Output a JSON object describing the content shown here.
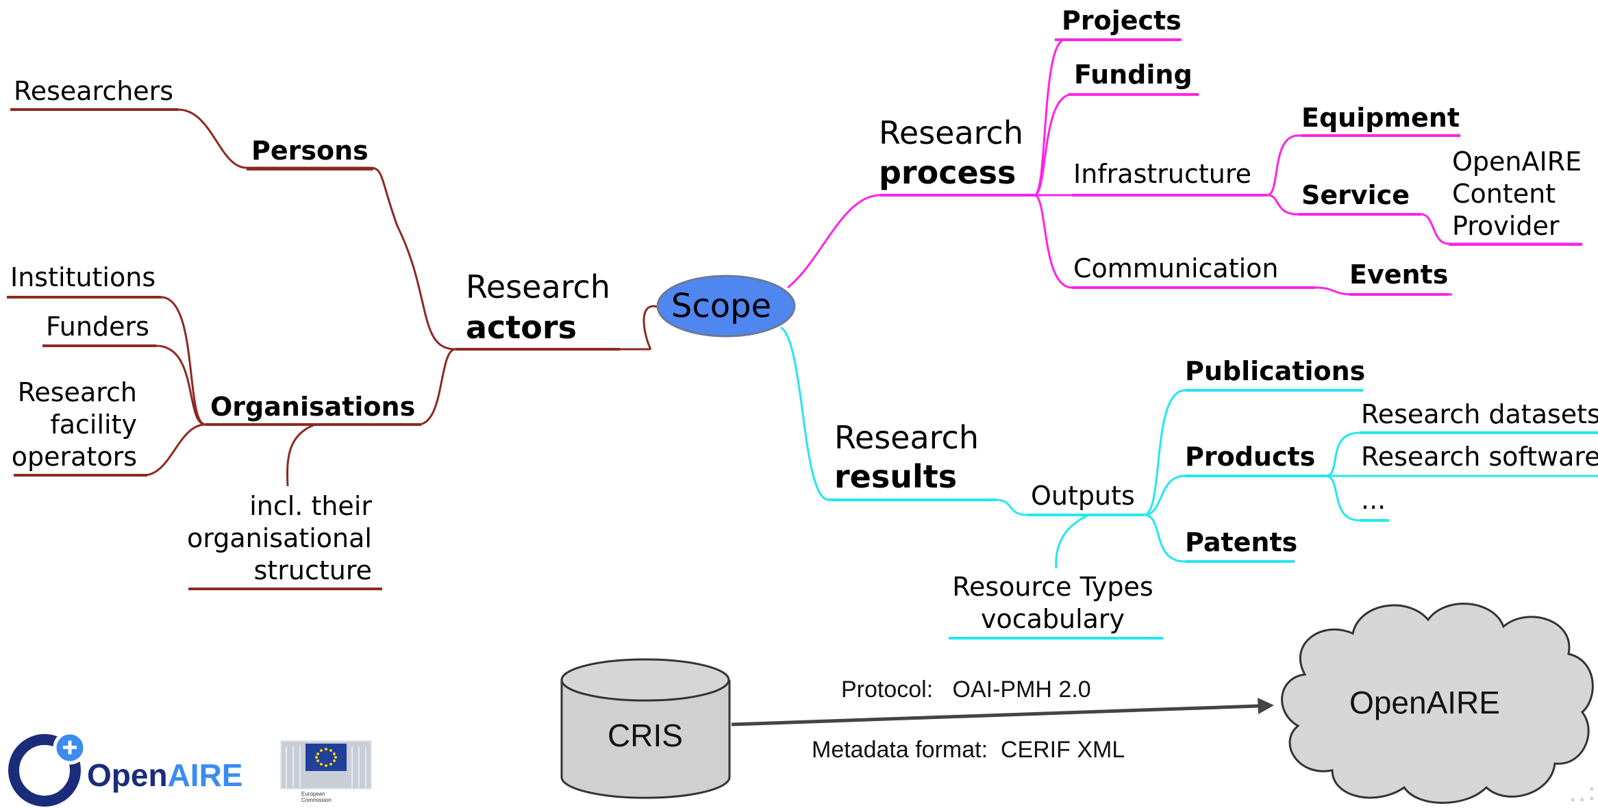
{
  "center": {
    "label": "Scope"
  },
  "actors": {
    "title_line1": "Research",
    "title_line2": "actors",
    "persons": {
      "label": "Persons",
      "children": [
        "Researchers"
      ]
    },
    "organisations": {
      "label": "Organisations",
      "children": [
        "Institutions",
        "Funders",
        "Research",
        "facility",
        "operators"
      ],
      "note": [
        "incl. their",
        "organisational",
        "structure"
      ]
    }
  },
  "process": {
    "title_line1": "Research",
    "title_line2": "process",
    "projects": "Projects",
    "funding": "Funding",
    "infrastructure": "Infrastructure",
    "equipment": "Equipment",
    "service": "Service",
    "provider": [
      "OpenAIRE",
      "Content",
      "Provider"
    ],
    "communication": "Communication",
    "events": "Events"
  },
  "results": {
    "title_line1": "Research",
    "title_line2": "results",
    "outputs": "Outputs",
    "publications": "Publications",
    "products": "Products",
    "patents": "Patents",
    "product_items": [
      "Research datasets",
      "Research software",
      "..."
    ],
    "vocab": [
      "Resource Types",
      "vocabulary"
    ]
  },
  "flow": {
    "source": "CRIS",
    "target": "OpenAIRE",
    "protocol": "Protocol:   OAI-PMH 2.0",
    "format": "Metadata format:  CERIF XML"
  },
  "logos": {
    "openaire_part1": "Open",
    "openaire_part2": "AIRE",
    "ec_line1": "European",
    "ec_line2": "Commission"
  },
  "colors": {
    "actors_branch": "#8b2a22",
    "process_branch": "#ff22e8",
    "results_branch": "#22e8ee",
    "scope_fill": "#4f86f0",
    "openaire_blue": "#1b2c7a",
    "openaire_accent": "#3c8bf0"
  }
}
